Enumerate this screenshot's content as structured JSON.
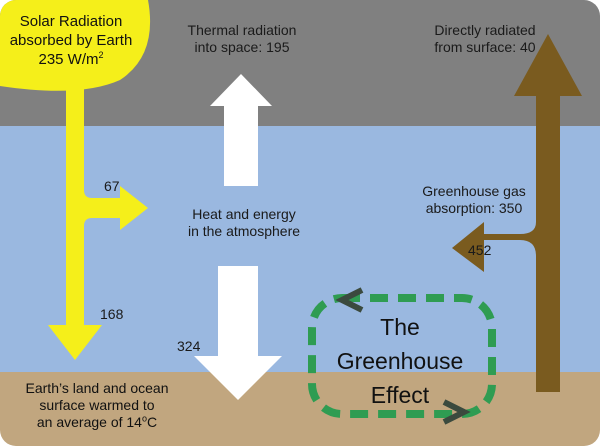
{
  "colors": {
    "space": "#808080",
    "atmosphere": "#9ab8e0",
    "ground": "#c1a67f",
    "solar": "#f5ef1a",
    "surface_rad": "#7a5b1f",
    "white": "#ffffff",
    "green": "#2f9c52",
    "chevron": "#3b4a3e"
  },
  "labels": {
    "solar_line1": "Solar Radiation",
    "solar_line2": "absorbed by Earth",
    "solar_line3_value": "235 W/m",
    "solar_line3_sup": "2",
    "thermal_line1": "Thermal radiation",
    "thermal_line2": "into space: 195",
    "direct_line1": "Directly radiated",
    "direct_line2": "from surface: 40",
    "ghg_line1": "Greenhouse gas",
    "ghg_line2": "absorption: 350",
    "heat_line1": "Heat and energy",
    "heat_line2": "in the atmosphere",
    "earth_line1": "Earth’s land and ocean",
    "earth_line2": "surface warmed to",
    "earth_line3_pre": "an average of 14",
    "earth_line3_sup": "o",
    "earth_line3_post": "C",
    "v67": "67",
    "v168": "168",
    "v324": "324",
    "v452": "452",
    "effect_line1": "The",
    "effect_line2": "Greenhouse",
    "effect_line3": "Effect"
  },
  "icons": {
    "solar_arrow": "down-arrow-with-branch",
    "thermal_arrow": "up-arrow",
    "heat_to_surface_arrow": "down-arrow",
    "surface_arrow": "up-arrow-with-branch",
    "cycle": "dashed-loop-with-chevrons"
  }
}
